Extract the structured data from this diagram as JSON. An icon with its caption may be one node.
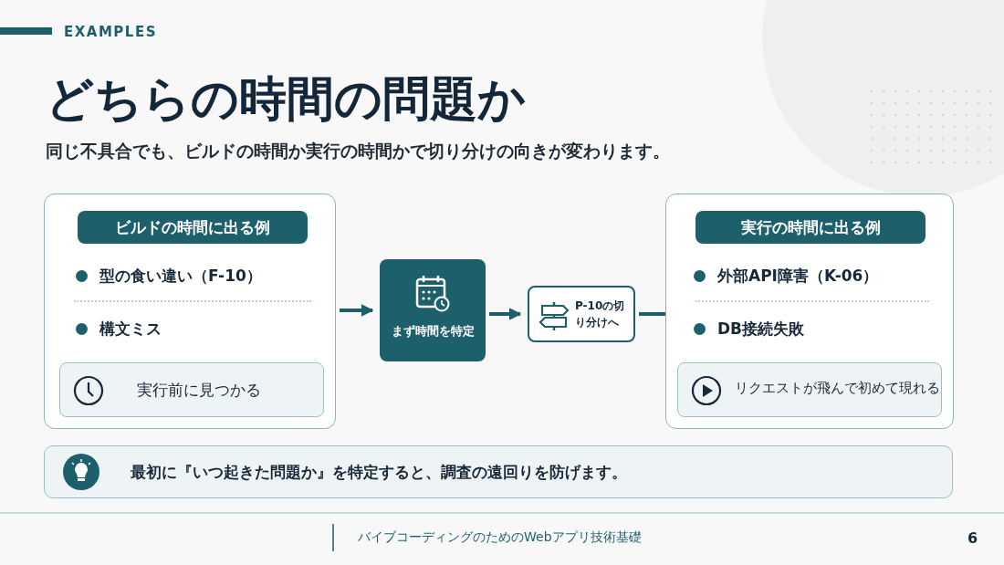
{
  "diagram": {
    "title": "どちらの時間の問題か",
    "nodes": [
      {
        "text": [
          "型の食い違い（F-10）",
          "構文ミス"
        ]
      },
      {
        "text": [
          "ビルドの時間に出る例"
        ],
        "in": 0
      },
      {
        "text": [
          "実行前に見つかる"
        ],
        "in": 0
      },
      {
        "text": [
          "まず時間を特定"
        ]
      },
      {
        "text": [
          "P-10の切り分けへ"
        ]
      },
      {
        "text": [
          "外部API障害（K-06）",
          "DB接続失敗"
        ]
      },
      {
        "text": [
          "実行の時間に出る例"
        ],
        "in": 5
      },
      {
        "text": [
          "リクエストが飛んで初めて現れる"
        ],
        "in": 5
      },
      {
        "text": [
          "最初に『いつ起きた問題か』を特定すると、調査の遠回りを防げます。"
        ]
      }
    ],
    "edges": [
      {
        "from": 0,
        "to": 3,
        "arrow": "to"
      },
      {
        "from": 3,
        "to": 4,
        "arrow": "to"
      },
      {
        "from": 4,
        "to": 5,
        "arrow": "none"
      }
    ],
    "labels": [
      "EXAMPLES",
      "同じ不具合でも、ビルドの時間か実行の時間かで切り分けの向きが変わります。",
      "バイブコーディングのためのWebアプリ技術基礎",
      "6"
    ]
  }
}
